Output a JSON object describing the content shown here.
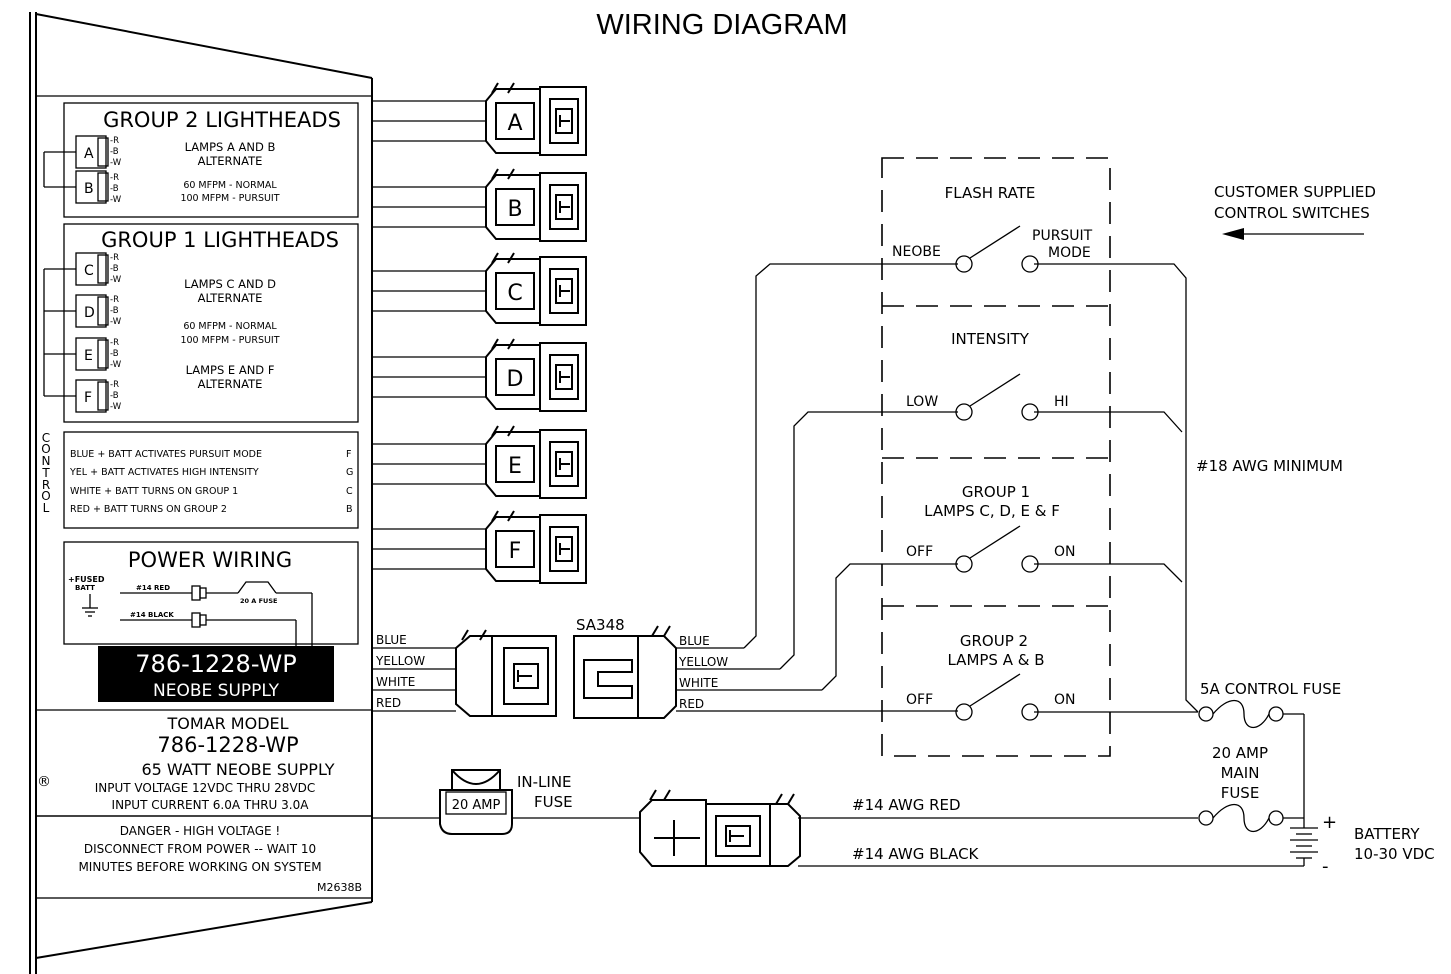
{
  "title": "WIRING DIAGRAM",
  "supply_panel": {
    "group2": {
      "header": "GROUP 2 LIGHTHEADS",
      "lamps_ab_1": "LAMPS A AND B",
      "lamps_ab_2": "ALTERNATE",
      "rate_normal": "60 MFPM - NORMAL",
      "rate_pursuit": "100 MFPM - PURSUIT"
    },
    "group1": {
      "header": "GROUP 1 LIGHTHEADS",
      "lamps_cd_1": "LAMPS C AND D",
      "lamps_cd_2": "ALTERNATE",
      "rate_normal": "60 MFPM - NORMAL",
      "rate_pursuit": "100 MFPM - PURSUIT",
      "lamps_ef_1": "LAMPS E AND F",
      "lamps_ef_2": "ALTERNATE"
    },
    "pin_letters": [
      "A",
      "B",
      "C",
      "D",
      "E",
      "F"
    ],
    "pin_wires": [
      "-R",
      "-B",
      "-W"
    ],
    "control_label": [
      "C",
      "O",
      "N",
      "T",
      "R",
      "O",
      "L"
    ],
    "control_rows": [
      {
        "text": "BLUE + BATT ACTIVATES PURSUIT MODE",
        "pin": "F"
      },
      {
        "text": "YEL + BATT ACTIVATES HIGH INTENSITY",
        "pin": "G"
      },
      {
        "text": "WHITE + BATT TURNS ON GROUP 1",
        "pin": "C"
      },
      {
        "text": "RED + BATT TURNS ON GROUP 2",
        "pin": "B"
      }
    ],
    "power_wiring": {
      "header": "POWER WIRING",
      "fused_batt_1": "+FUSED",
      "fused_batt_2": "BATT",
      "red_wire": "#14 RED",
      "black_wire": "#14 BLACK",
      "fuse": "20 A FUSE"
    },
    "model_plate": {
      "model": "786-1228-WP",
      "name": "NEOBE SUPPLY"
    },
    "rating": {
      "line1": "TOMAR MODEL",
      "line2": "786-1228-WP",
      "line3": "65 WATT NEOBE SUPPLY",
      "registered": "®",
      "line4": "INPUT VOLTAGE 12VDC THRU 28VDC",
      "line5": "INPUT CURRENT 6.0A THRU 3.0A"
    },
    "danger": {
      "line1": "DANGER - HIGH VOLTAGE !",
      "line2": "DISCONNECT FROM POWER -- WAIT 10",
      "line3": "MINUTES BEFORE WORKING ON SYSTEM",
      "code": "M2638B"
    }
  },
  "output_connectors": [
    "A",
    "B",
    "C",
    "D",
    "E",
    "F"
  ],
  "control_harness": {
    "wires_left": [
      "BLUE",
      "YELLOW",
      "WHITE",
      "RED"
    ],
    "adapter": "SA348",
    "wires_right": [
      "BLUE",
      "YELLOW",
      "WHITE",
      "RED"
    ]
  },
  "switch_box": {
    "flash_rate": {
      "label": "FLASH RATE",
      "left": "NEOBE",
      "right_1": "PURSUIT",
      "right_2": "MODE"
    },
    "intensity": {
      "label": "INTENSITY",
      "left": "LOW",
      "right": "HI"
    },
    "group1": {
      "label_1": "GROUP 1",
      "label_2": "LAMPS C, D, E & F",
      "left": "OFF",
      "right": "ON"
    },
    "group2": {
      "label_1": "GROUP 2",
      "label_2": "LAMPS A & B",
      "left": "OFF",
      "right": "ON"
    }
  },
  "notes": {
    "customer_1": "CUSTOMER SUPPLIED",
    "customer_2": "CONTROL SWITCHES",
    "awg_min": "#18 AWG MINIMUM",
    "control_fuse": "5A CONTROL FUSE",
    "main_fuse_1": "20 AMP",
    "main_fuse_2": "MAIN",
    "main_fuse_3": "FUSE",
    "battery_1": "BATTERY",
    "battery_2": "10-30 VDC",
    "plus": "+",
    "minus": "-",
    "inline_fuse_1": "IN-LINE",
    "inline_fuse_2": "FUSE",
    "inline_fuse_amp": "20 AMP",
    "awg_red": "#14 AWG RED",
    "awg_black": "#14 AWG BLACK"
  }
}
